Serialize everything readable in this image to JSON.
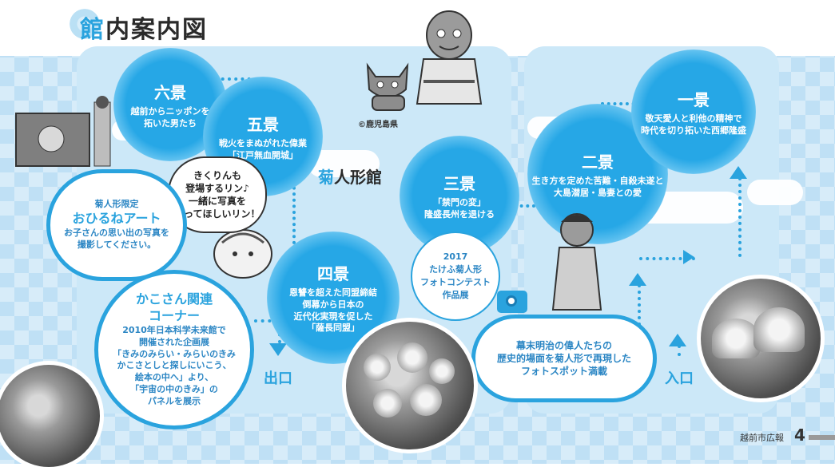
{
  "title": {
    "accent": "館",
    "rest": "内案内図"
  },
  "hall": {
    "accent": "菊",
    "rest": "人形館"
  },
  "scenes": {
    "s6": {
      "head": "六景",
      "lines": [
        "越前からニッポンを",
        "拓いた男たち"
      ]
    },
    "s5": {
      "head": "五景",
      "lines": [
        "戦火をまぬがれた偉業",
        "「江戸無血開城」"
      ]
    },
    "s3": {
      "head": "三景",
      "lines": [
        "「禁門の変」",
        "隆盛長州を退ける"
      ]
    },
    "s2": {
      "head": "二景",
      "lines": [
        "生き方を定めた苦難・自殺未遂と",
        "大島潜居・島妻との愛"
      ]
    },
    "s1": {
      "head": "一景",
      "lines": [
        "敬天愛人と利他の精神で",
        "時代を切り拓いた西郷隆盛"
      ]
    },
    "s4": {
      "head": "四景",
      "lines": [
        "恩讐を超えた同盟締結",
        "倒幕から日本の",
        "近代化実現を促した",
        "「薩長同盟」"
      ]
    }
  },
  "speech": [
    "きくりんも",
    "登場するリン♪",
    "一緒に写真を",
    "とってほしいリン！"
  ],
  "ohirune": {
    "line1": "菊人形限定",
    "big": "おひるねアート",
    "line2": "お子さんの思い出の写真を",
    "line3": "撮影してください。"
  },
  "kakosan": {
    "big1": "かこさん関連",
    "big2": "コーナー",
    "lines": [
      "2010年日本科学未来館で",
      "開催された企画展",
      "「きみのみらい・みらいのきみ",
      "かこさとしと探しにいこう、",
      "絵本の中へ」より、",
      "「宇宙の中のきみ」の",
      "パネルを展示"
    ]
  },
  "contest": [
    "2017",
    "たけふ菊人形",
    "フォトコンテスト",
    "作品展"
  ],
  "photospot": [
    "幕末明治の偉人たちの",
    "歴史的場面を菊人形で再現した",
    "フォトスポット満載"
  ],
  "exit_label": "出口",
  "entrance_label": "入口",
  "credit": "©鹿児島県",
  "footer": {
    "publication": "越前市広報",
    "page": "4"
  },
  "colors": {
    "accent": "#2aa3de",
    "panel": "#cce8f8"
  }
}
